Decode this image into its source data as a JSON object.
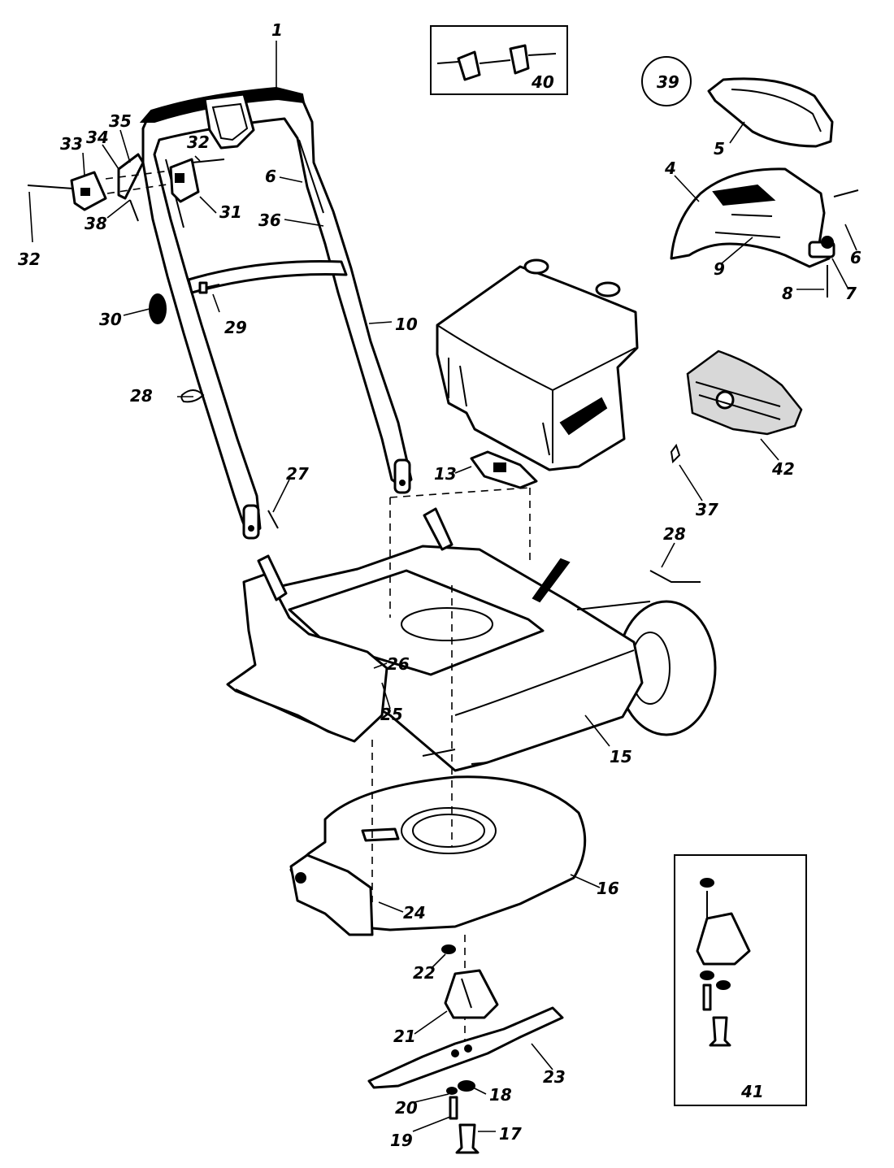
{
  "callouts": [
    {
      "id": "c1",
      "text": "1"
    },
    {
      "id": "c4",
      "text": "4"
    },
    {
      "id": "c5",
      "text": "5"
    },
    {
      "id": "c6a",
      "text": "6"
    },
    {
      "id": "c6b",
      "text": "6"
    },
    {
      "id": "c7",
      "text": "7"
    },
    {
      "id": "c8",
      "text": "8"
    },
    {
      "id": "c9",
      "text": "9"
    },
    {
      "id": "c10",
      "text": "10"
    },
    {
      "id": "c13",
      "text": "13"
    },
    {
      "id": "c15",
      "text": "15"
    },
    {
      "id": "c16",
      "text": "16"
    },
    {
      "id": "c17",
      "text": "17"
    },
    {
      "id": "c18",
      "text": "18"
    },
    {
      "id": "c19",
      "text": "19"
    },
    {
      "id": "c20",
      "text": "20"
    },
    {
      "id": "c21",
      "text": "21"
    },
    {
      "id": "c22",
      "text": "22"
    },
    {
      "id": "c23",
      "text": "23"
    },
    {
      "id": "c24",
      "text": "24"
    },
    {
      "id": "c25",
      "text": "25"
    },
    {
      "id": "c26",
      "text": "26"
    },
    {
      "id": "c27",
      "text": "27"
    },
    {
      "id": "c28a",
      "text": "28"
    },
    {
      "id": "c28b",
      "text": "28"
    },
    {
      "id": "c29",
      "text": "29"
    },
    {
      "id": "c30",
      "text": "30"
    },
    {
      "id": "c31",
      "text": "31"
    },
    {
      "id": "c32a",
      "text": "32"
    },
    {
      "id": "c32b",
      "text": "32"
    },
    {
      "id": "c33",
      "text": "33"
    },
    {
      "id": "c34",
      "text": "34"
    },
    {
      "id": "c35",
      "text": "35"
    },
    {
      "id": "c36",
      "text": "36"
    },
    {
      "id": "c37",
      "text": "37"
    },
    {
      "id": "c38",
      "text": "38"
    },
    {
      "id": "c39",
      "text": "39"
    },
    {
      "id": "c40",
      "text": "40"
    },
    {
      "id": "c41",
      "text": "41"
    },
    {
      "id": "c42",
      "text": "42"
    }
  ]
}
